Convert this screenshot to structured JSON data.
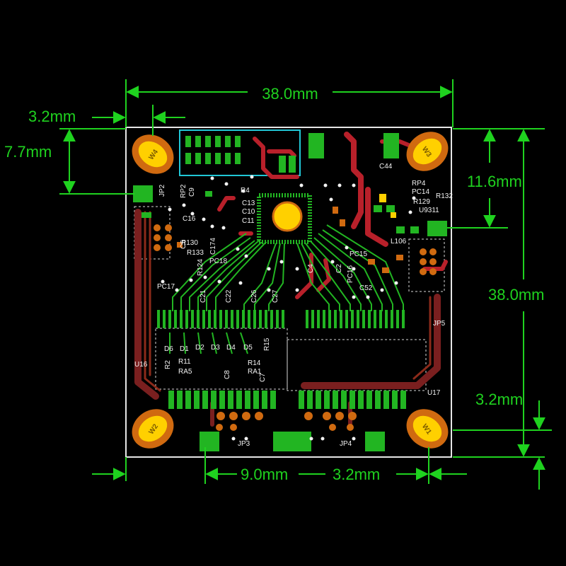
{
  "title": "",
  "colors": {
    "background": "#000000",
    "dimension": "#1fd21f",
    "board_outline": "#e6e6e6",
    "trace": "#7a1f1f",
    "trace_hot": "#b8202a",
    "pad": "#ffd000",
    "pad_ring": "#d06a10",
    "copper_green": "#22b522",
    "silkscreen": "#f2f2f2",
    "keepout": "#21c7d6"
  },
  "dimensions": {
    "width_top": "38.0mm",
    "hole_offset_left": "3.2mm",
    "hole_offset_top": "7.7mm",
    "right_offset": "11.6mm",
    "height_right": "38.0mm",
    "hole_offset_bottom_right": "3.2mm",
    "bottom_spacing": "9.0mm",
    "bottom_offset": "3.2mm"
  },
  "mounting_holes": [
    "W4",
    "W3",
    "W2",
    "W1"
  ],
  "component_labels": {
    "jp2": "JP2",
    "rp2": "RP2",
    "c9": "C9",
    "c16": "C16",
    "r4": "R4",
    "c13": "C13",
    "c10": "C10",
    "c11": "C11",
    "r130": "R130",
    "r133": "R133",
    "c5": "C5",
    "c174": "C174",
    "r124": "R124",
    "pc18": "PC18",
    "pc17": "PC17",
    "c21": "C21",
    "c22": "C22",
    "c26": "C26",
    "c27": "C27",
    "c4": "C4",
    "c2": "C2",
    "pc16": "PC16",
    "pc15": "PC15",
    "c52": "C52",
    "l106": "L106",
    "u9311": "U9311",
    "rp4": "RP4",
    "pc14": "PC14",
    "r132": "R132",
    "r129": "R129",
    "c44": "C44",
    "jp5": "JP5",
    "u16": "U16",
    "u17": "U17",
    "d6": "D6",
    "d1": "D1",
    "d2": "D2",
    "d3": "D3",
    "d4": "D4",
    "d5": "D5",
    "r11": "R11",
    "r2": "R2",
    "ra5": "RA5",
    "r14": "R14",
    "ra1": "RA1",
    "c8": "C8",
    "c7": "C7",
    "r15": "R15",
    "jp3": "JP3",
    "jp4": "JP4"
  }
}
